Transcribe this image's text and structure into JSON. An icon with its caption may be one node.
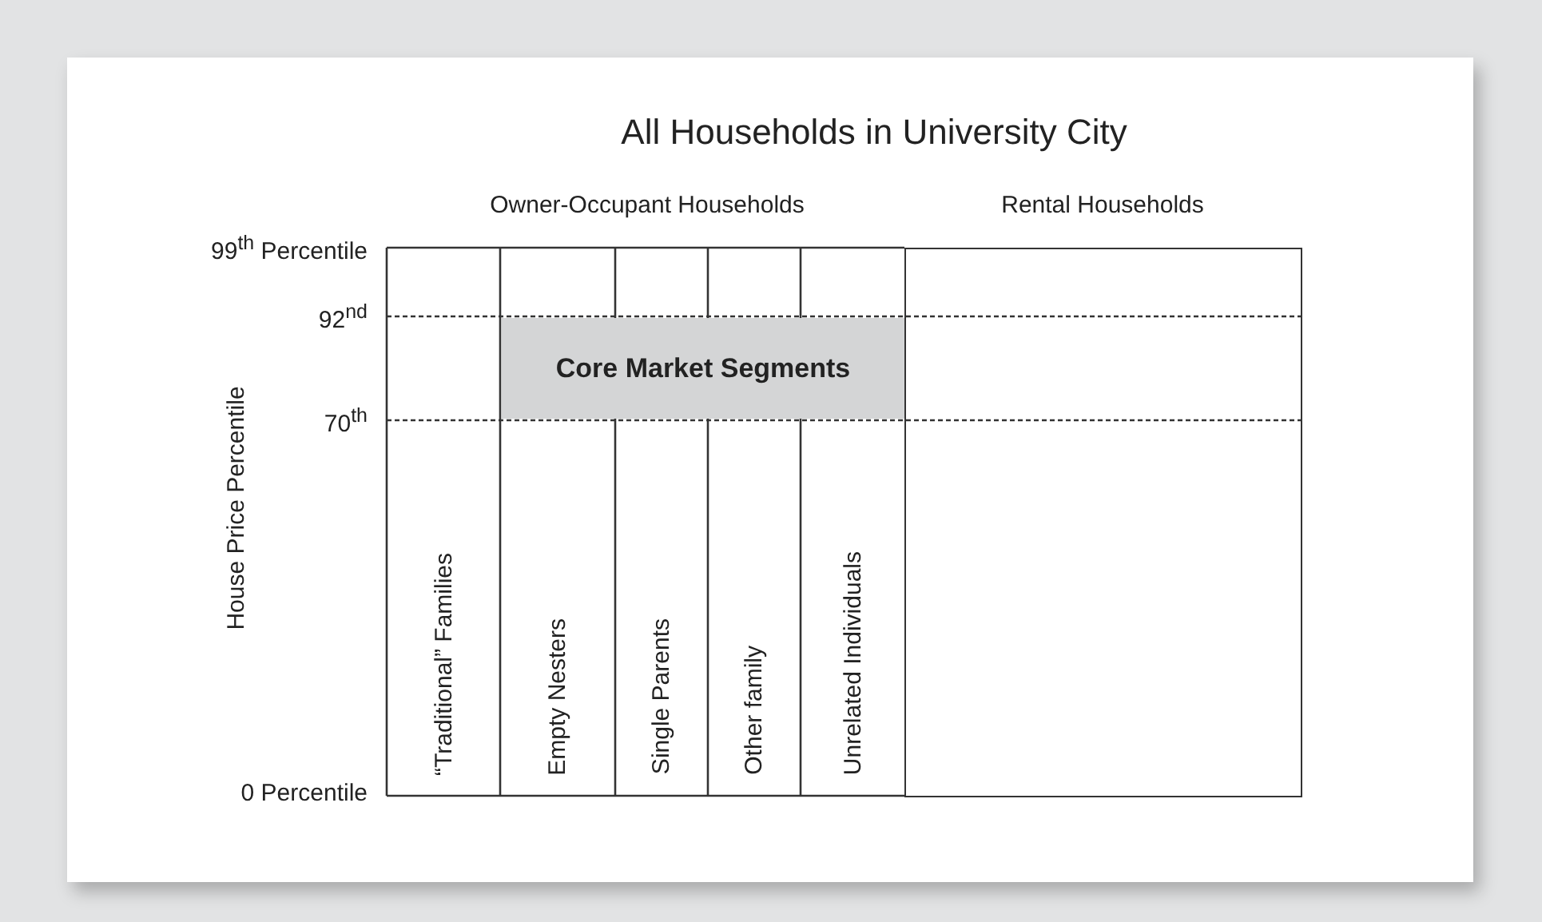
{
  "diagram": {
    "title": "All Households in University City",
    "nodes": [
      {
        "text": [
          "“Traditional” Families"
        ]
      },
      {
        "text": [
          "Empty Nesters"
        ]
      },
      {
        "text": [
          "Single Parents"
        ]
      },
      {
        "text": [
          "Other family"
        ]
      },
      {
        "text": [
          "Unrelated Individuals"
        ]
      },
      {
        "text": [],
        "shape": "box"
      },
      {
        "text": [
          "Core Market Segments"
        ]
      }
    ],
    "edges": [],
    "labels": [
      "Owner-Occupant Households",
      "Rental Households",
      "99$^{th}$ Percentile",
      "92$^{nd}$",
      "70$^{th}$",
      "House Price Percentile",
      "0 Percentile"
    ]
  }
}
